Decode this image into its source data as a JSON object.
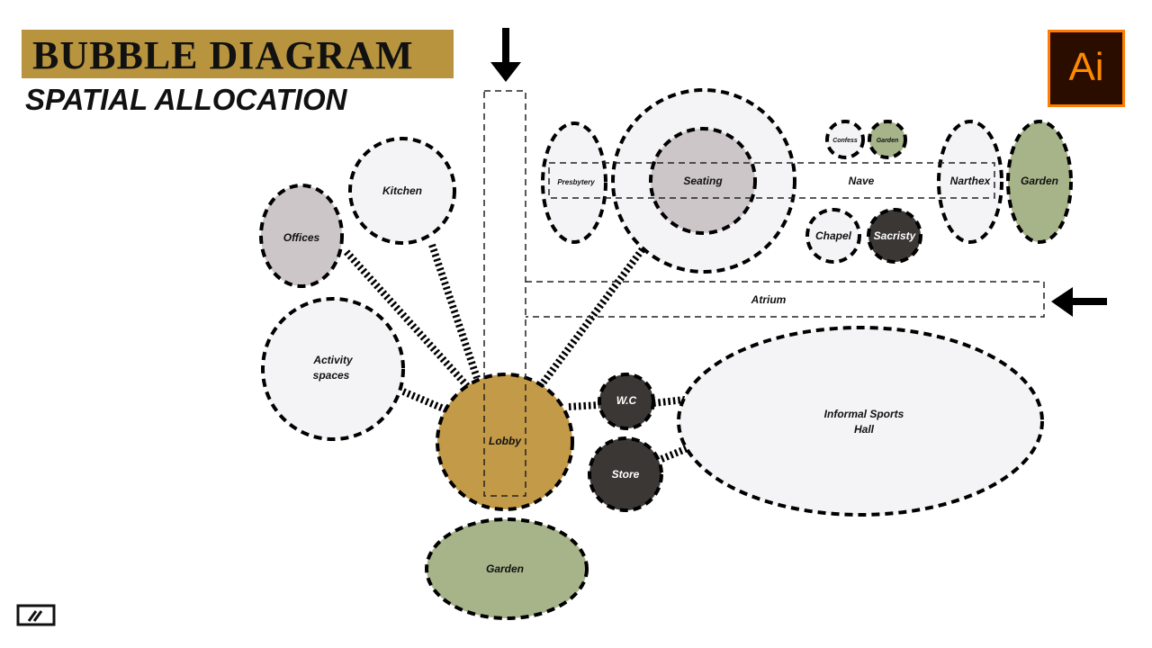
{
  "header": {
    "title": "BUBBLE DIAGRAM",
    "subtitle": "SPATIAL ALLOCATION"
  },
  "logo": {
    "text": "Ai"
  },
  "colors": {
    "light": "#f4f4f6",
    "mauve": "#cdc6c8",
    "green": "#a7b48a",
    "dark": "#3b3735",
    "gold": "#c39a48",
    "title_bar": "#b8943f",
    "logo_bg": "#2b0d00",
    "logo_accent": "#ff7c00"
  },
  "spaces": {
    "offices": "Offices",
    "kitchen": "Kitchen",
    "activity_line1": "Activity",
    "activity_line2": "spaces",
    "lobby": "Lobby",
    "garden_bottom": "Garden",
    "wc": "W.C",
    "store": "Store",
    "sports_line1": "Informal Sports",
    "sports_line2": "Hall",
    "presbytery": "Presbytery",
    "seating": "Seating",
    "nave": "Nave",
    "confess": "Confess",
    "garden_small": "Garden",
    "chapel": "Chapel",
    "sacristy": "Sacristy",
    "narthex": "Narthex",
    "garden_right": "Garden",
    "atrium": "Atrium"
  },
  "icons": {
    "entry_top": "arrow-down-icon",
    "entry_right": "arrow-left-icon",
    "brand": "link-logo-icon"
  }
}
